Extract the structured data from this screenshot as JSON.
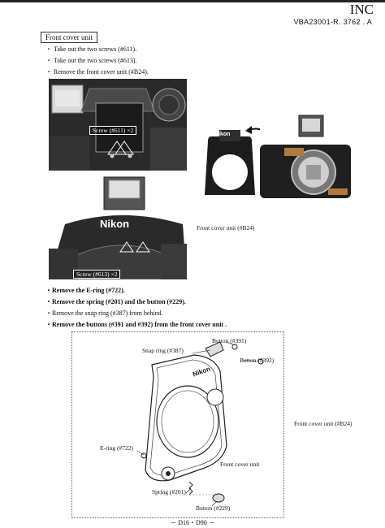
{
  "header": {
    "title": "INC",
    "doc_id": "VBA23001-R. 3762 . A"
  },
  "section_title": "Front cover unit",
  "steps_a": [
    "・ Take out the two screws (#611).",
    "・ Take out the two screws (#613).",
    "・ Remove the front cover unit (#B24)."
  ],
  "photo_labels": {
    "screw_611": "Screw (#611) ×2",
    "screw_613": "Screw (#613) ×2",
    "front_cover_b24": "Front cover unit (#B24)",
    "nikon": "Nikon"
  },
  "steps_b": [
    "・Remove the E-ring (#722).",
    "・Remove the spring (#201) and the button (#229).",
    "・Remove the snap ring (#387) from behind.",
    "・Remove the buttons (#391 and #392) from the front cover unit ."
  ],
  "diagram_labels": {
    "button_391": "Button (#391)",
    "snap_ring_387": "Snap ring (#387)",
    "button_392": "Button (#392)",
    "e_ring_722": "E-ring (#722)",
    "front_cover_unit": "Front cover unit",
    "spring_201": "Spring (#201)",
    "button_229": "Button (#229)",
    "side_label": "Front cover unit (#B24)"
  },
  "footer": "－ D16・D90 －"
}
